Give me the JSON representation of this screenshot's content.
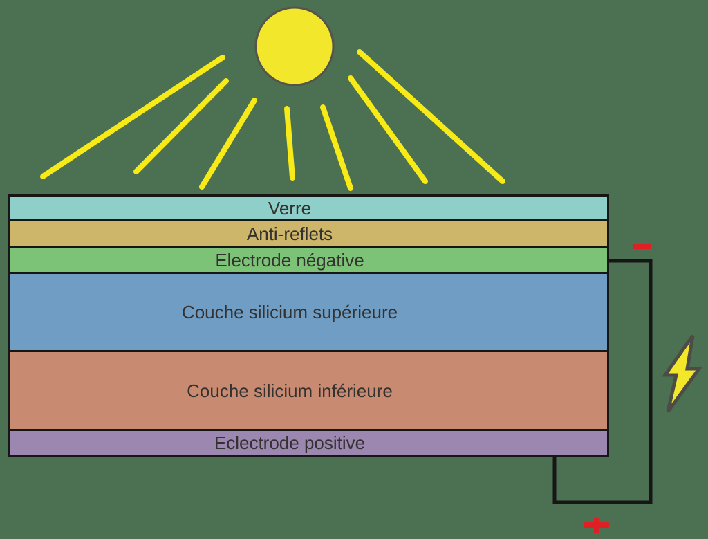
{
  "background_color": "#4c7052",
  "cell": {
    "border_color": "#161616",
    "label_color": "#343230",
    "layers": [
      {
        "label": "Verre",
        "color": "#8ecfca"
      },
      {
        "label": "Anti-reflets",
        "color": "#cdb569"
      },
      {
        "label": "Electrode négative",
        "color": "#7dc377"
      },
      {
        "label": "Couche silicium supérieure",
        "color": "#6f9dc3"
      },
      {
        "label": "Couche silicium inférieure",
        "color": "#c88b71"
      },
      {
        "label": "Eclectrode positive",
        "color": "#9b87af"
      }
    ]
  },
  "sun": {
    "icon": "sun-icon",
    "fill": "#f3e72b",
    "outline": "#55534a",
    "ray_color": "#f7ea16",
    "ray_count": 7
  },
  "circuit": {
    "wire_color": "#161616",
    "negative_terminal": "−",
    "positive_terminal": "+",
    "terminal_color": "#e01f25"
  },
  "energy": {
    "icon": "lightning-bolt-icon",
    "fill": "#f3e72b",
    "outline": "#4d4b45"
  }
}
